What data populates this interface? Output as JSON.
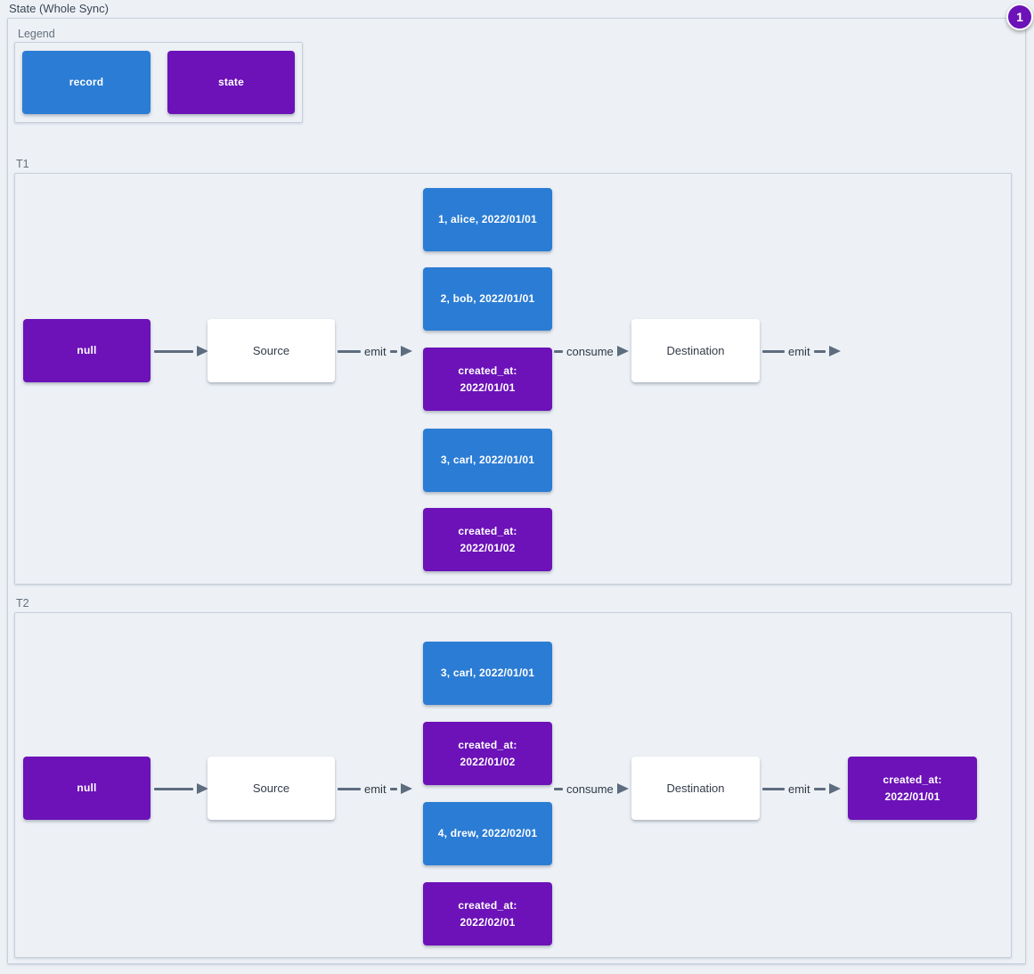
{
  "title": "State (Whole Sync)",
  "badge": {
    "value": "1"
  },
  "colors": {
    "record_blue": "#2b7cd4",
    "state_purple": "#6c12b8",
    "canvas_bg": "#edf1f6",
    "arrow_gray": "#5d6c7e"
  },
  "legend": {
    "label": "Legend",
    "items": [
      {
        "type": "record",
        "label": "record"
      },
      {
        "type": "state",
        "label": "state"
      }
    ]
  },
  "sections": [
    {
      "label": "T1",
      "input_state": "null",
      "source": "Source",
      "emit_in": "emit",
      "consume": "consume",
      "destination": "Destination",
      "emit_out": "emit",
      "stack": [
        {
          "type": "record",
          "text": "1, alice, 2022/01/01"
        },
        {
          "type": "record",
          "text": "2, bob, 2022/01/01"
        },
        {
          "type": "state",
          "text": "created_at:\n2022/01/01"
        },
        {
          "type": "record",
          "text": "3, carl, 2022/01/01"
        },
        {
          "type": "state",
          "text": "created_at:\n2022/01/02"
        }
      ]
    },
    {
      "label": "T2",
      "input_state": "null",
      "source": "Source",
      "emit_in": "emit",
      "consume": "consume",
      "destination": "Destination",
      "emit_out": "emit",
      "stack": [
        {
          "type": "record",
          "text": "3, carl, 2022/01/01"
        },
        {
          "type": "state",
          "text": "created_at:\n2022/01/02"
        },
        {
          "type": "record",
          "text": "4, drew, 2022/02/01"
        },
        {
          "type": "state",
          "text": "created_at:\n2022/02/01"
        }
      ],
      "output_state": "created_at:\n2022/01/01"
    }
  ]
}
